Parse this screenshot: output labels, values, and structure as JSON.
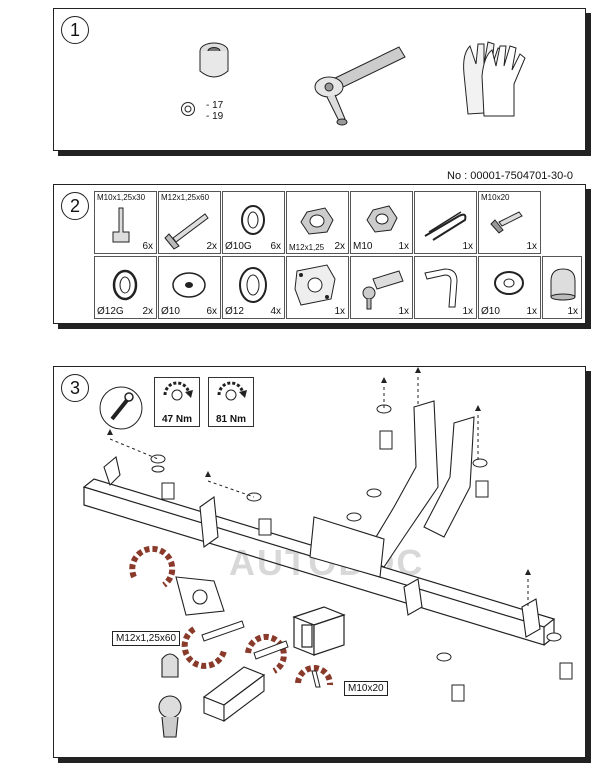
{
  "panel1": {
    "number": "1",
    "sizes": [
      "- 17",
      "- 19"
    ],
    "icons": [
      "socket-icon",
      "ratchet-wrench-icon",
      "gloves-icon"
    ]
  },
  "doc_number": "No : 00001-7504701-30-0",
  "panel2": {
    "number": "2",
    "row1": [
      {
        "top": "M10x1,25x30",
        "bottom": "",
        "qty": "6x"
      },
      {
        "top": "M12x1,25x60",
        "bottom": "",
        "qty": "2x"
      },
      {
        "top": "",
        "bottom": "Ø10G",
        "qty": "6x"
      },
      {
        "top": "",
        "bottom": "M12x1,25",
        "qty": "2x"
      },
      {
        "top": "",
        "bottom": "M10",
        "qty": "1x"
      },
      {
        "top": "",
        "bottom": "",
        "qty": "1x"
      },
      {
        "top": "M10x20",
        "bottom": "",
        "qty": "1x"
      }
    ],
    "row2": [
      {
        "top": "",
        "bottom": "Ø12G",
        "qty": "2x"
      },
      {
        "top": "",
        "bottom": "Ø10",
        "qty": "6x"
      },
      {
        "top": "",
        "bottom": "Ø12",
        "qty": "4x"
      },
      {
        "top": "",
        "bottom": "",
        "qty": "1x"
      },
      {
        "top": "",
        "bottom": "",
        "qty": "1x"
      },
      {
        "top": "",
        "bottom": "",
        "qty": "1x"
      },
      {
        "top": "",
        "bottom": "Ø10",
        "qty": "1x"
      },
      {
        "top": "",
        "bottom": "",
        "qty": "1x"
      }
    ]
  },
  "panel3": {
    "number": "3",
    "torque": [
      "47 Nm",
      "81 Nm"
    ],
    "callouts": [
      "M12x1,25x60",
      "M10x20"
    ],
    "watermark": "AUTODOC"
  }
}
